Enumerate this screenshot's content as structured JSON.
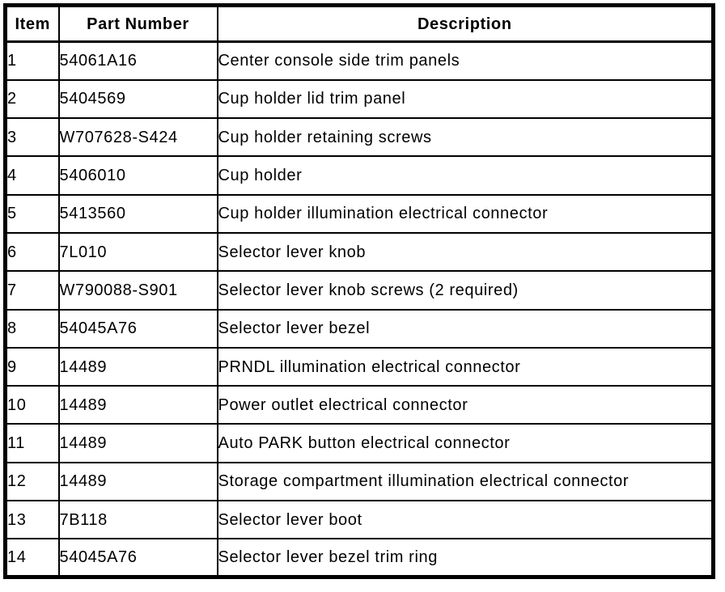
{
  "table": {
    "columns": [
      "Item",
      "Part Number",
      "Description"
    ],
    "rows": [
      {
        "item": "1",
        "part_number": "54061A16",
        "description": "Center console side trim panels"
      },
      {
        "item": "2",
        "part_number": "5404569",
        "description": "Cup holder lid trim panel"
      },
      {
        "item": "3",
        "part_number": "W707628-S424",
        "description": "Cup holder retaining screws"
      },
      {
        "item": "4",
        "part_number": "5406010",
        "description": "Cup holder"
      },
      {
        "item": "5",
        "part_number": "5413560",
        "description": "Cup holder illumination electrical connector"
      },
      {
        "item": "6",
        "part_number": "7L010",
        "description": "Selector lever knob"
      },
      {
        "item": "7",
        "part_number": "W790088-S901",
        "description": "Selector lever knob screws (2 required)"
      },
      {
        "item": "8",
        "part_number": "54045A76",
        "description": "Selector lever bezel"
      },
      {
        "item": "9",
        "part_number": "14489",
        "description": "PRNDL illumination electrical connector"
      },
      {
        "item": "10",
        "part_number": "14489",
        "description": "Power outlet electrical connector"
      },
      {
        "item": "11",
        "part_number": "14489",
        "description": "Auto PARK button electrical connector"
      },
      {
        "item": "12",
        "part_number": "14489",
        "description": "Storage compartment illumination electrical connector"
      },
      {
        "item": "13",
        "part_number": "7B118",
        "description": "Selector lever boot"
      },
      {
        "item": "14",
        "part_number": "54045A76",
        "description": "Selector lever bezel trim ring"
      }
    ]
  },
  "colors": {
    "border": "#000000",
    "text": "#000000",
    "background": "#ffffff"
  }
}
